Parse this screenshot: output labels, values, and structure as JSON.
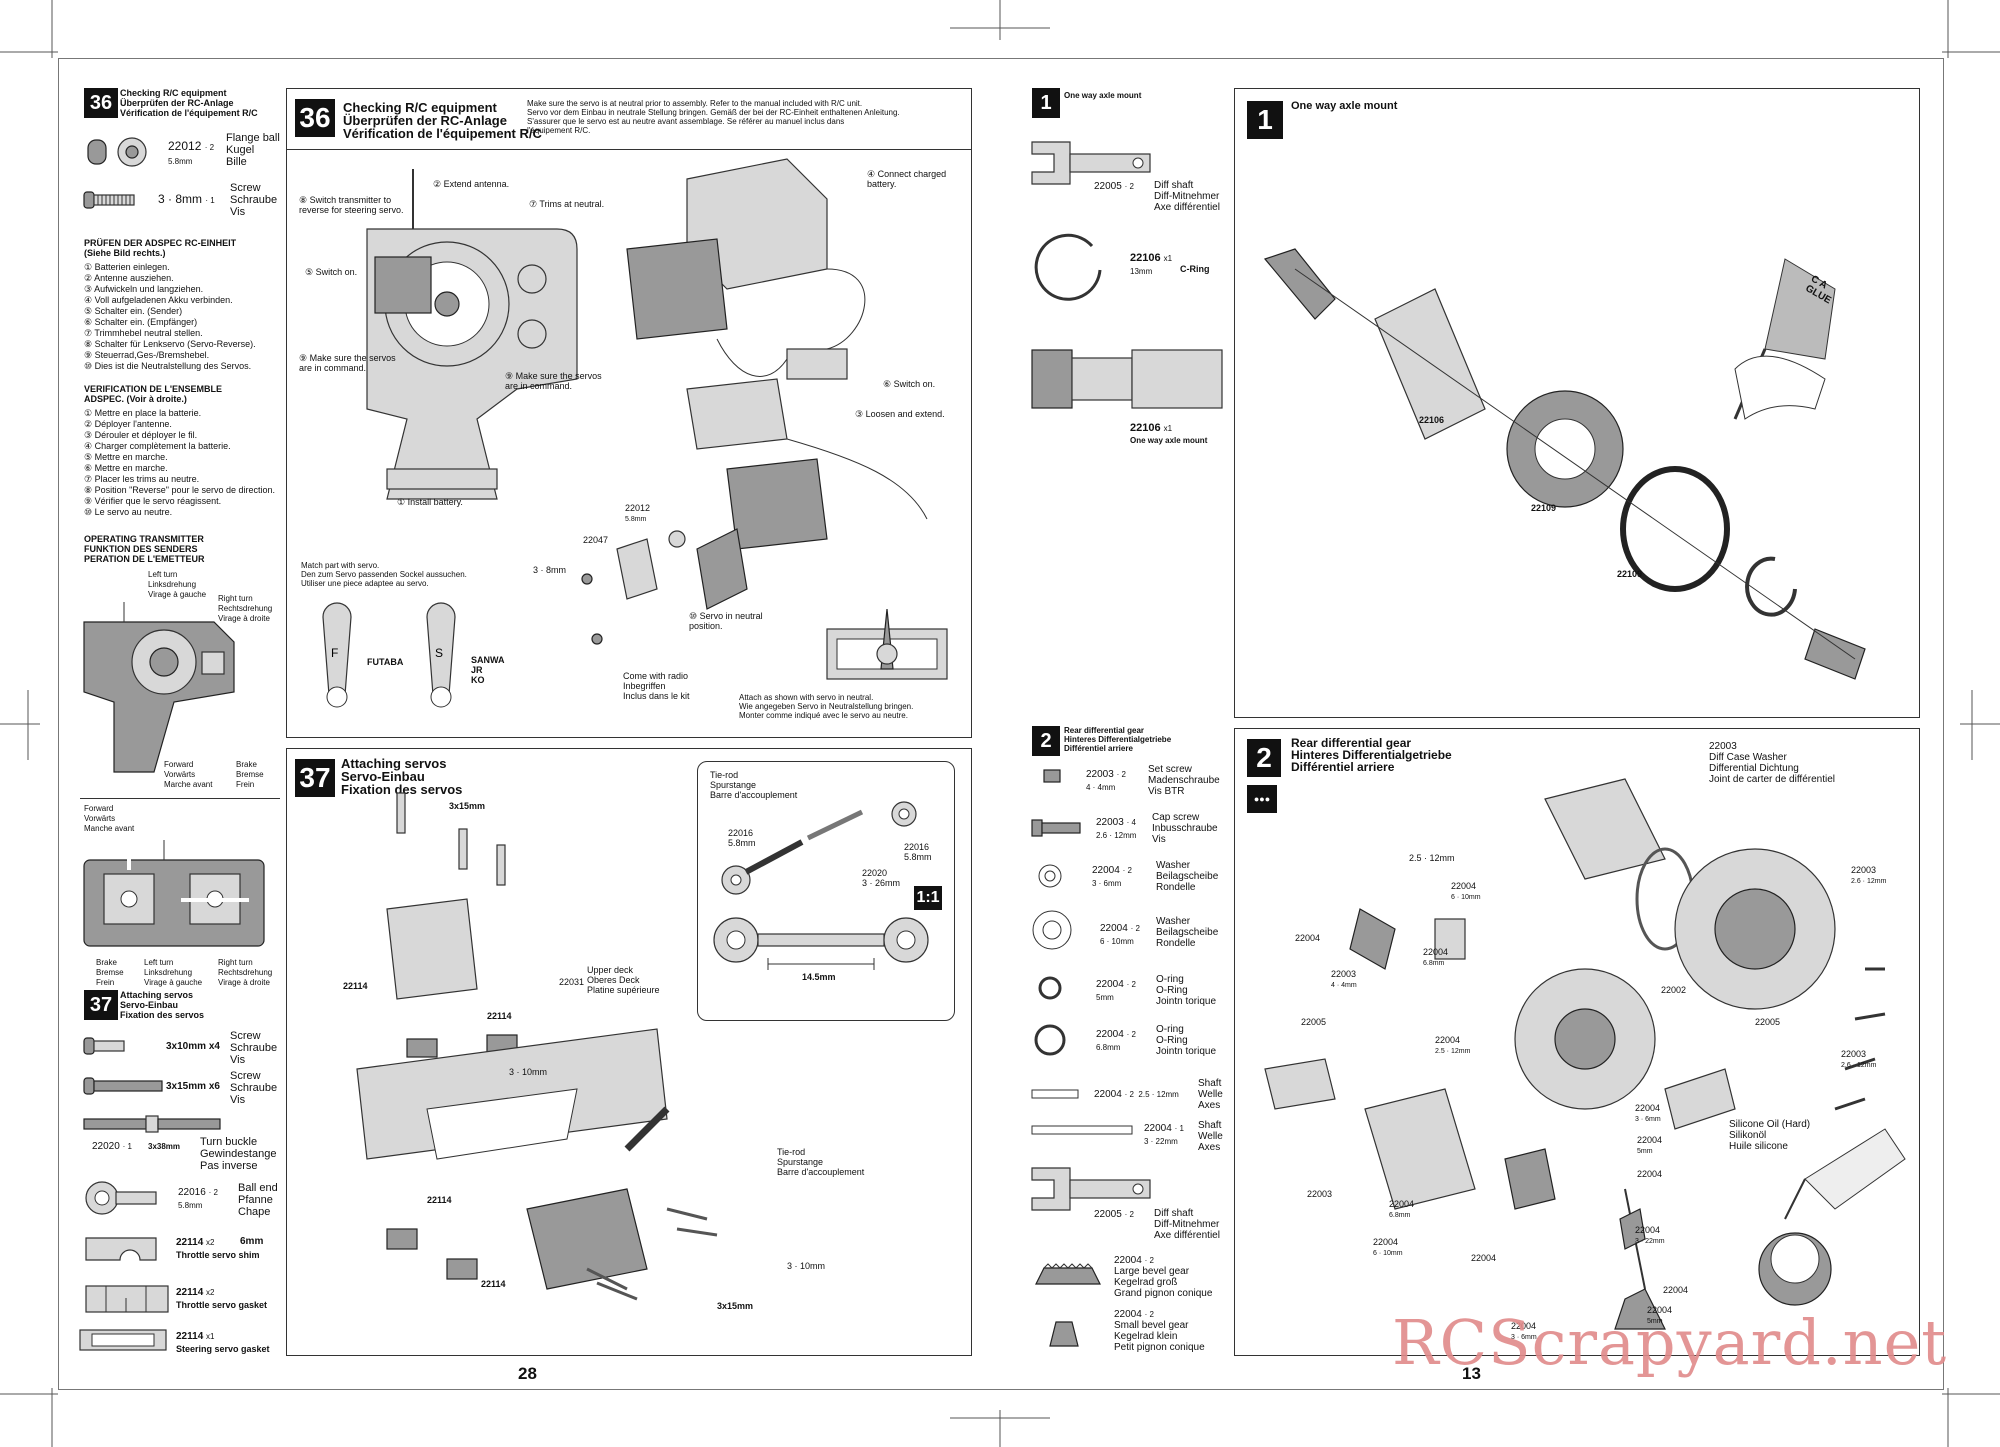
{
  "pages": {
    "left": "28",
    "right": "13"
  },
  "watermark": "RCScrapyard.net",
  "s36_side": {
    "badge": "36",
    "title": "Checking R/C equipment\nÜberprüfen der RC-Anlage\nVérification de l'équipement R/C",
    "parts": [
      {
        "num": "22012",
        "qty": "2",
        "size": "5.8mm",
        "name": "Flange ball\nKugel\nBille"
      },
      {
        "num": "3 · 8mm",
        "qty": "1",
        "size": "",
        "name": "Screw\nSchraube\nVis"
      }
    ],
    "de_head": "PRÜFEN DER ADSPEC RC-EINHEIT\n(Siehe Bild rechts.)",
    "de_steps": [
      "Batterien einlegen.",
      "Antenne ausziehen.",
      "Aufwickeln und langziehen.",
      "Voll aufgeladenen Akku verbinden.",
      "Schalter ein. (Sender)",
      "Schalter ein. (Empfänger)",
      "Trimmhebel neutral stellen.",
      "Schalter für Lenkservo (Servo-Reverse).",
      "Steuerrad,Ges-/Bremshebel.",
      "Dies ist die Neutralstellung des Servos."
    ],
    "fr_head": "VERIFICATION DE L'ENSEMBLE\nADSPEC. (Voir à droite.)",
    "fr_steps": [
      "Mettre en place la batterie.",
      "Déployer l'antenne.",
      "Dérouler et déployer le fil.",
      "Charger complètement la batterie.",
      "Mettre en marche.",
      "Mettre en marche.",
      "Placer les trims au neutre.",
      "Position \"Reverse\" pour le servo de direction.",
      "Vérifier que le servo réagissent.",
      "Le servo au neutre."
    ],
    "op_head": "OPERATING TRANSMITTER\nFUNKTION DES SENDERS\nPERATION DE L'EMETTEUR",
    "tx1_labels": {
      "left": "Left turn\nLinksdrehung\nVirage à gauche",
      "right": "Right turn\nRechtsdrehung\nVirage à droite",
      "fwd": "Forward\nVorwärts\nMarche avant",
      "brake": "Brake\nBremse\nFrein"
    },
    "tx2_labels": {
      "fwd": "Forward\nVorwärts\nManche avant",
      "brake": "Brake\nBremse\nFrein",
      "left": "Left turn\nLinksdrehung\nVirage à gauche",
      "right": "Right turn\nRechtsdrehung\nVirage à droite"
    }
  },
  "s37_side": {
    "badge": "37",
    "title": "Attaching servos\nServo-Einbau\nFixation des servos",
    "parts": [
      {
        "size": "3x10mm",
        "qty": "x4",
        "name": "Screw\nSchraube\nVis"
      },
      {
        "size": "3x15mm",
        "qty": "x6",
        "name": "Screw\nSchraube\nVis"
      },
      {
        "num": "22020",
        "qty": "1",
        "size": "3x38mm",
        "name": "Turn buckle\nGewindestange\nPas inverse"
      },
      {
        "num": "22016",
        "qty": "2",
        "size": "5.8mm",
        "name": "Ball end\nPfanne\nChape"
      },
      {
        "num": "22114",
        "qty": "x2",
        "size": "6mm",
        "name": "Throttle servo shim"
      },
      {
        "num": "22114",
        "qty": "x2",
        "size": "",
        "name": "Throttle servo gasket"
      },
      {
        "num": "22114",
        "qty": "x1",
        "size": "",
        "name": "Steering servo gasket"
      }
    ]
  },
  "s36_main": {
    "badge": "36",
    "title": "Checking R/C equipment\nÜberprüfen der RC-Anlage\nVérification de l'équipement R/C",
    "note": "Make sure the servo is at neutral prior to assembly. Refer to the manual included with R/C unit.\nServo vor dem Einbau in neutrale Stellung bringen. Gemäß der bei der RC-Einheit enthaltenen Anleitung.\nS'assurer que le servo est au neutre avant assemblage. Se référer au manuel inclus dans\nl'équipement R/C.",
    "callouts": [
      "Install battery.",
      "Extend antenna.",
      "Loosen and extend.",
      "Connect charged\nbattery.",
      "Switch on.",
      "Switch on.",
      "Trims at neutral.",
      "Switch transmitter to\nreverse for steering servo.",
      "Make sure the servos\nare in command.",
      "Make sure the servos\nare in command.",
      "Servo in neutral\nposition."
    ],
    "horn_note": "Match part with servo.\nDen zum Servo passenden Sockel aussuchen.\nUtiliser une piece adaptee au servo.",
    "horns": [
      "FUTABA",
      "SANWA\nJR\nKO"
    ],
    "radio_note": "Come with radio\nInbegriffen\nInclus dans le kit",
    "attach_note": "Attach as shown with servo in neutral.\nWie angegeben Servo in Neutralstellung bringen.\nMonter comme indiqué avec le servo au neutre.",
    "parts": [
      "22012",
      "5.8mm",
      "22047",
      "3 · 8mm"
    ]
  },
  "s37_main": {
    "badge": "37",
    "title": "Attaching servos\nServo-Einbau\nFixation des servos",
    "deck": "Upper deck\nOberes Deck\nPlatine supérieure",
    "deck_num": "22031",
    "tierod": "Tie-rod\nSpurstange\nBarre d'accouplement",
    "inset_labels": [
      "22016\n5.8mm",
      "22016\n5.8mm",
      "22020\n3 · 26mm"
    ],
    "scale": "1:1",
    "length": "14.5mm",
    "labels": [
      "3x15mm",
      "3 · 10mm",
      "22114",
      "22114",
      "22114",
      "22114",
      "3 · 10mm",
      "3x15mm"
    ]
  },
  "s1_side": {
    "badge": "1",
    "title": "One way axle mount",
    "parts": [
      {
        "num": "22005",
        "qty": "2",
        "name": "Diff shaft\nDiff-Mitnehmer\nAxe différentiel"
      },
      {
        "num": "22106",
        "qty": "x1",
        "size": "13mm",
        "name": "C-Ring"
      },
      {
        "num": "22106",
        "qty": "x1",
        "size": "",
        "name": "One way axle mount"
      }
    ]
  },
  "s1_main": {
    "badge": "1",
    "title": "One way axle mount",
    "labels": [
      "22106",
      "22109",
      "22109"
    ],
    "glue": "C A\nGLUE"
  },
  "s2_side": {
    "badge": "2",
    "title": "Rear differential gear\nHinteres Differentialgetriebe\nDifférentiel arriere",
    "parts": [
      {
        "num": "22003",
        "qty": "2",
        "size": "4 · 4mm",
        "name": "Set screw\nMadenschraube\nVis BTR"
      },
      {
        "num": "22003",
        "qty": "4",
        "size": "2.6 · 12mm",
        "name": "Cap screw\nInbusschraube\nVis"
      },
      {
        "num": "22004",
        "qty": "2",
        "size": "3 · 6mm",
        "name": "Washer\nBeilagscheibe\nRondelle"
      },
      {
        "num": "22004",
        "qty": "2",
        "size": "6 · 10mm",
        "name": "Washer\nBeilagscheibe\nRondelle"
      },
      {
        "num": "22004",
        "qty": "2",
        "size": "5mm",
        "name": "O-ring\nO-Ring\nJointn torique"
      },
      {
        "num": "22004",
        "qty": "2",
        "size": "6.8mm",
        "name": "O-ring\nO-Ring\nJointn torique"
      },
      {
        "num": "22004",
        "qty": "2",
        "size": "2.5 · 12mm",
        "name": "Shaft\nWelle\nAxes"
      },
      {
        "num": "22004",
        "qty": "1",
        "size": "3 · 22mm",
        "name": "Shaft\nWelle\nAxes"
      },
      {
        "num": "22005",
        "qty": "2",
        "size": "",
        "name": "Diff shaft\nDiff-Mitnehmer\nAxe différentiel"
      },
      {
        "num": "22004",
        "qty": "2",
        "size": "",
        "name": "Large bevel gear\nKegelrad groß\nGrand pignon conique"
      },
      {
        "num": "22004",
        "qty": "2",
        "size": "",
        "name": "Small bevel gear\nKegelrad klein\nPetit pignon conique"
      }
    ]
  },
  "s2_main": {
    "badge": "2",
    "title": "Rear differential gear\nHinteres Differentialgetriebe\nDifférentiel arriere",
    "washer": "22003\nDiff Case Washer\nDifferential Dichtung\nJoint de carter de différentiel",
    "oil": "Silicone Oil (Hard)\nSilikonöl\nHuile silicone",
    "labels": [
      "22003",
      "2.6 · 12mm",
      "22003",
      "2.6 · 12mm",
      "2.5 · 12mm",
      "22004",
      "6 · 10mm",
      "22004",
      "22004",
      "6.8mm",
      "22002",
      "22005",
      "22005",
      "22003",
      "4 · 4mm",
      "22004",
      "2.5 · 12mm",
      "22003",
      "22004",
      "6.8mm",
      "22004",
      "6 · 10mm",
      "22004",
      "22004",
      "3 · 6mm",
      "22004",
      "5mm",
      "22004",
      "22004",
      "3 · 22mm",
      "22004",
      "22004",
      "5mm",
      "22004",
      "3 · 6mm"
    ]
  }
}
